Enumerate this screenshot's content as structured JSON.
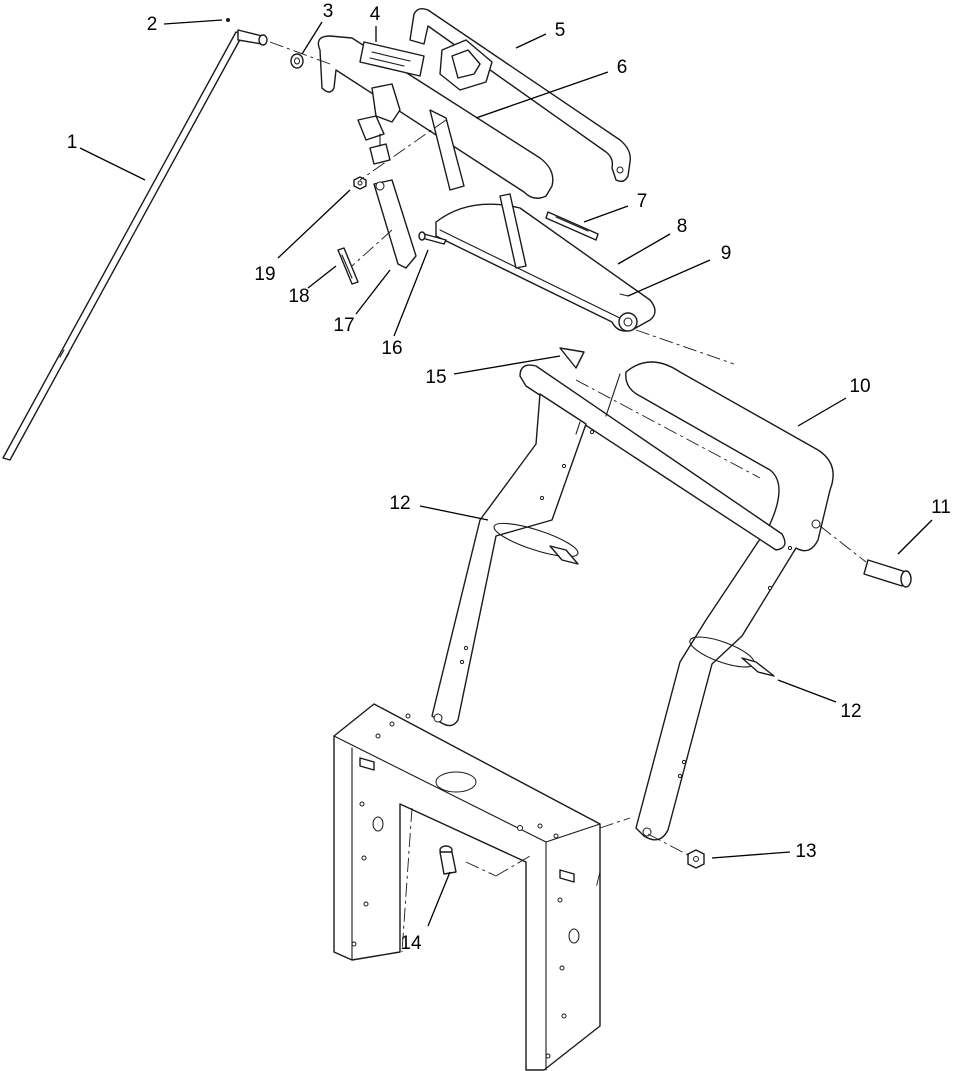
{
  "callouts": [
    {
      "id": "1",
      "label": "1"
    },
    {
      "id": "2",
      "label": "2"
    },
    {
      "id": "3",
      "label": "3"
    },
    {
      "id": "4",
      "label": "4"
    },
    {
      "id": "5",
      "label": "5"
    },
    {
      "id": "6",
      "label": "6"
    },
    {
      "id": "7",
      "label": "7"
    },
    {
      "id": "8",
      "label": "8"
    },
    {
      "id": "9",
      "label": "9"
    },
    {
      "id": "10",
      "label": "10"
    },
    {
      "id": "11",
      "label": "11"
    },
    {
      "id": "12a",
      "label": "12"
    },
    {
      "id": "12b",
      "label": "12"
    },
    {
      "id": "13",
      "label": "13"
    },
    {
      "id": "14",
      "label": "14"
    },
    {
      "id": "15",
      "label": "15"
    },
    {
      "id": "16",
      "label": "16"
    },
    {
      "id": "17",
      "label": "17"
    },
    {
      "id": "18",
      "label": "18"
    },
    {
      "id": "19",
      "label": "19"
    }
  ]
}
